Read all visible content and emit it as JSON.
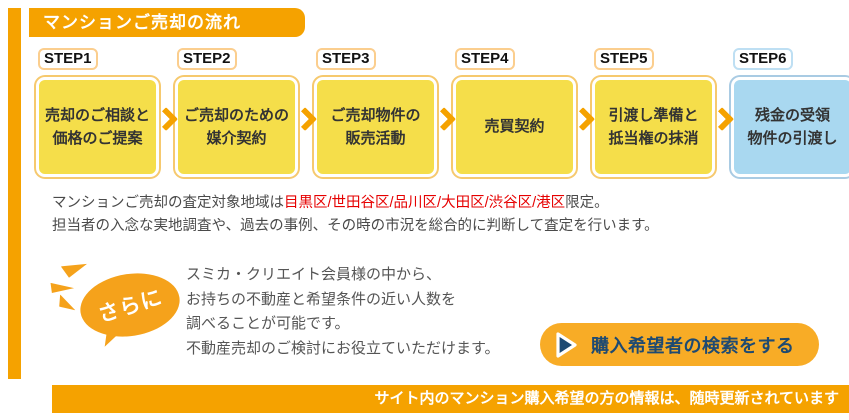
{
  "header": {
    "title": "マンションご売却の流れ"
  },
  "steps": [
    {
      "label": "STEP1",
      "line1": "売却のご相談と",
      "line2": "価格のご提案"
    },
    {
      "label": "STEP2",
      "line1": "ご売却のための",
      "line2": "媒介契約"
    },
    {
      "label": "STEP3",
      "line1": "ご売却物件の",
      "line2": "販売活動"
    },
    {
      "label": "STEP4",
      "line1": "売買契約",
      "line2": ""
    },
    {
      "label": "STEP5",
      "line1": "引渡し準備と",
      "line2": "抵当権の抹消"
    },
    {
      "label": "STEP6",
      "line1": "残金の受領",
      "line2": "物件の引渡し"
    }
  ],
  "notice": {
    "line1_prefix": "マンションご売却の査定対象地域は",
    "line1_areas": "目黒区/世田谷区/品川区/大田区/渋谷区/港区",
    "line1_suffix": "限定。",
    "line2": "担当者の入念な実地調査や、過去の事例、その時の市況を総合的に判断して査定を行います。"
  },
  "promo": {
    "badge": "さらに",
    "lines": [
      "スミカ・クリエイト会員様の中から、",
      "お持ちの不動産と希望条件の近い人数を",
      "調べることが可能です。",
      "不動産売却のご検討にお役立ていただけます。"
    ],
    "button_label": "購入希望者の検索をする"
  },
  "footer": {
    "note": "サイト内のマンション購入希望の方の情報は、随時更新されています"
  },
  "colors": {
    "orange_accent": "#F5A200",
    "button_orange": "#F8AC26",
    "step_yellow": "#F5DE4A",
    "step_yellow_border": "#F6C96E",
    "step_blue": "#A9D8F0",
    "step_blue_border": "#A9CBE3",
    "red_text": "#E60000",
    "navy_text": "#1E4A72"
  }
}
